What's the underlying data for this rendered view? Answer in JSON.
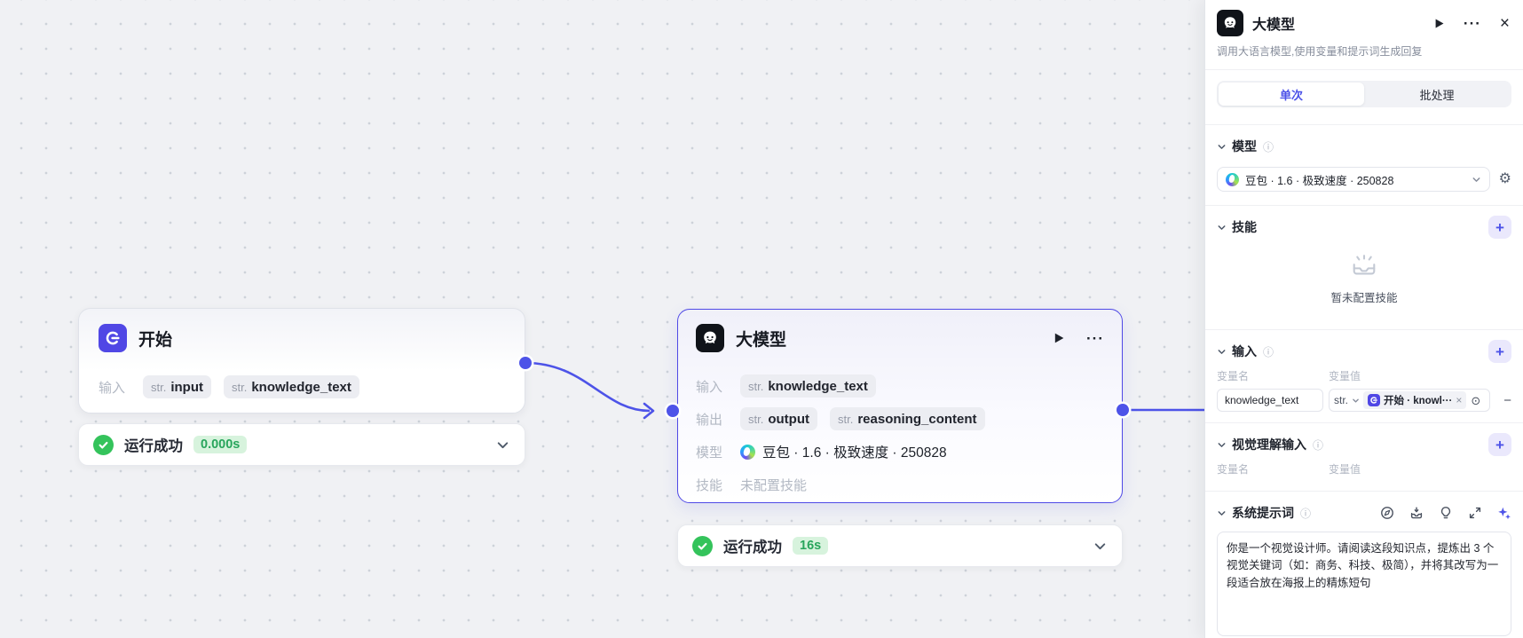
{
  "colors": {
    "accent": "#4d53e8",
    "success": "#34c35b",
    "success_badge_text": "#28a55c",
    "canvas_bg": "#f0f1f4",
    "node_selected_border": "#4f49e6"
  },
  "icons": {
    "gear": "⚙",
    "close": "×",
    "more": "···",
    "info": "ⓘ",
    "plus": "+",
    "minus": "−",
    "target": "⊙",
    "chip_close": "×"
  },
  "canvas": {
    "start_node": {
      "title": "开始",
      "input_label": "输入",
      "inputs": [
        {
          "type": "str.",
          "name": "input"
        },
        {
          "type": "str.",
          "name": "knowledge_text"
        }
      ],
      "status": {
        "label": "运行成功",
        "duration": "0.000s"
      }
    },
    "llm_node": {
      "title": "大模型",
      "input_label": "输入",
      "output_label": "输出",
      "model_label": "模型",
      "skill_label": "技能",
      "inputs": [
        {
          "type": "str.",
          "name": "knowledge_text"
        }
      ],
      "outputs": [
        {
          "type": "str.",
          "name": "output"
        },
        {
          "type": "str.",
          "name": "reasoning_content"
        }
      ],
      "model": "豆包 · 1.6 · 极致速度 · 250828",
      "skill_value": "未配置技能",
      "status": {
        "label": "运行成功",
        "duration": "16s"
      }
    }
  },
  "panel": {
    "title": "大模型",
    "description": "调用大语言模型,使用变量和提示词生成回复",
    "tabs": {
      "single": "单次",
      "batch": "批处理"
    },
    "model_section": {
      "title": "模型",
      "selected_model": "豆包 · 1.6 · 极致速度 · 250828"
    },
    "skill_section": {
      "title": "技能",
      "empty_text": "暂未配置技能"
    },
    "input_section": {
      "title": "输入",
      "col_name": "变量名",
      "col_value": "变量值",
      "rows": [
        {
          "name": "knowledge_text",
          "type": "str.",
          "ref": "开始 · knowl···"
        }
      ]
    },
    "vision_section": {
      "title": "视觉理解输入",
      "col_name": "变量名",
      "col_value": "变量值"
    },
    "prompt_section": {
      "title": "系统提示词",
      "value": "你是一个视觉设计师。请阅读这段知识点，提炼出 3 个视觉关键词（如：商务、科技、极简），并将其改写为一段适合放在海报上的精炼短句"
    }
  }
}
